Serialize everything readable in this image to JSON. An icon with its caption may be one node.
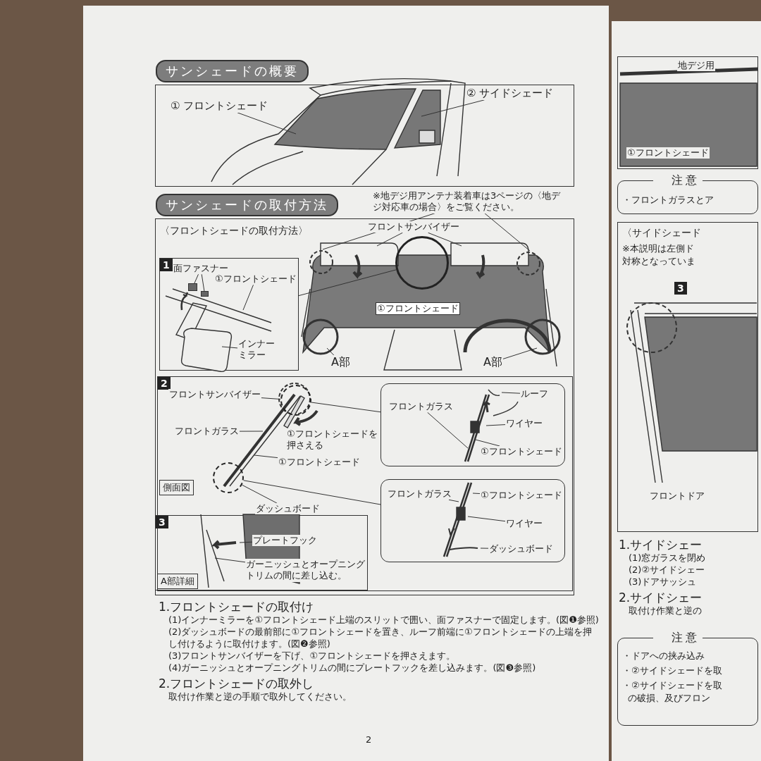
{
  "diagram": {
    "nodes": [
      {
        "text": [
          "サンシェードの概要"
        ]
      },
      {
        "text": [
          "① フロントシェード"
        ],
        "in": 0
      },
      {
        "text": [
          "② サイドシェード"
        ],
        "in": 0
      },
      {
        "text": [
          "サンシェードの取付方法",
          "〈フロントシェードの取付方法〉"
        ]
      },
      {
        "text": [
          "※地デジ用アンテナ装着車は3ページの〈地デジ対応車の場合〉をご覧ください。"
        ]
      },
      {
        "text": [
          "フロントサンバイザー"
        ],
        "in": 3
      },
      {
        "text": [
          "1"
        ],
        "in": 3
      },
      {
        "text": [
          "面ファスナー"
        ],
        "in": 6
      },
      {
        "text": [
          "①フロントシェード"
        ],
        "in": 6
      },
      {
        "text": [
          "インナーミラー"
        ],
        "in": 6
      },
      {
        "text": [],
        "shape": "circle",
        "in": 3
      },
      {
        "text": [
          "①フロントシェード"
        ],
        "in": 3
      },
      {
        "text": [
          "A部"
        ],
        "in": 3
      },
      {
        "text": [
          "A部"
        ],
        "in": 3
      },
      {
        "text": [
          "2",
          "側面図"
        ],
        "in": 3
      },
      {
        "text": [
          "フロントサンバイザー"
        ],
        "in": 14
      },
      {
        "text": [
          "フロントガラス"
        ],
        "in": 14
      },
      {
        "text": [
          "①フロントシェードを押さえる"
        ],
        "in": 14
      },
      {
        "text": [
          "①フロントシェード"
        ],
        "in": 14
      },
      {
        "text": [
          "ダッシュボード"
        ],
        "in": 14
      },
      {
        "text": [],
        "shape": "circle",
        "in": 14
      },
      {
        "text": [],
        "shape": "circle",
        "in": 14
      },
      {
        "text": [],
        "shape": "box",
        "in": 14
      },
      {
        "text": [
          "フロントガラス"
        ],
        "in": 22
      },
      {
        "text": [
          "ルーフ"
        ],
        "in": 22
      },
      {
        "text": [
          "ワイヤー"
        ],
        "in": 22
      },
      {
        "text": [
          "①フロントシェード"
        ],
        "in": 22
      },
      {
        "text": [],
        "shape": "box",
        "in": 14
      },
      {
        "text": [
          "フロントガラス"
        ],
        "in": 27
      },
      {
        "text": [
          "①フロントシェード"
        ],
        "in": 27
      },
      {
        "text": [
          "ワイヤー"
        ],
        "in": 27
      },
      {
        "text": [
          "ダッシュボード"
        ],
        "in": 27
      },
      {
        "text": [
          "3",
          "A部詳細"
        ],
        "in": 14
      },
      {
        "text": [
          "プレートフック"
        ],
        "in": 32
      },
      {
        "text": [
          "ガーニッシュとオープニングトリムの間に差し込む。"
        ],
        "in": 32
      },
      {
        "text": [],
        "shape": "box"
      },
      {
        "text": [
          "地デジ用"
        ],
        "in": 35
      },
      {
        "text": [
          "①フロントシェード"
        ],
        "in": 35
      },
      {
        "text": [
          "注意",
          "・フロントガラスとア"
        ]
      },
      {
        "text": [
          "〈サイドシェード",
          "※本説明は左側ド対称となっていま",
          "3"
        ]
      },
      {
        "text": [
          "フロントドア"
        ],
        "in": 39
      },
      {
        "text": [
          "注意",
          "・ドアへの挟み込み",
          "・②サイドシェードを取",
          "・②サイドシェードを取",
          "の破損、及びフロン"
        ]
      },
      {
        "text": [],
        "shape": "box",
        "in": 6
      },
      {
        "text": [],
        "shape": "box",
        "in": 6
      }
    ],
    "edges": [
      {
        "from": 1,
        "to": null,
        "arrow": "none"
      },
      {
        "from": 2,
        "to": null,
        "arrow": "none"
      },
      {
        "from": 4,
        "to": null,
        "arrow": "none"
      },
      {
        "from": 4,
        "to": null,
        "arrow": "none"
      },
      {
        "from": 5,
        "to": null,
        "arrow": "none"
      },
      {
        "from": 5,
        "to": null,
        "arrow": "none"
      },
      {
        "from": 7,
        "to": 42,
        "arrow": "none"
      },
      {
        "from": 7,
        "to": 43,
        "arrow": "none"
      },
      {
        "from": 8,
        "to": null,
        "arrow": "none"
      },
      {
        "from": 9,
        "to": null,
        "arrow": "none"
      },
      {
        "from": 6,
        "to": 10,
        "arrow": "none"
      },
      {
        "from": 12,
        "to": null,
        "arrow": "none"
      },
      {
        "from": 13,
        "to": null,
        "arrow": "none"
      },
      {
        "from": 15,
        "to": 20,
        "arrow": "none"
      },
      {
        "from": 16,
        "to": null,
        "arrow": "none"
      },
      {
        "from": 18,
        "to": null,
        "arrow": "none"
      },
      {
        "from": 19,
        "to": 21,
        "arrow": "none"
      },
      {
        "from": 20,
        "to": 22,
        "arrow": "none"
      },
      {
        "from": 21,
        "to": 27,
        "arrow": "none"
      },
      {
        "from": 23,
        "to": null,
        "arrow": "none"
      },
      {
        "from": 24,
        "to": null,
        "arrow": "none"
      },
      {
        "from": 25,
        "to": null,
        "arrow": "none"
      },
      {
        "from": 26,
        "to": null,
        "arrow": "none"
      },
      {
        "from": 28,
        "to": null,
        "arrow": "none"
      },
      {
        "from": 29,
        "to": null,
        "arrow": "none"
      },
      {
        "from": 30,
        "to": null,
        "arrow": "none"
      },
      {
        "from": 31,
        "to": null,
        "arrow": "none"
      },
      {
        "from": 33,
        "to": null,
        "arrow": "none"
      },
      {
        "from": 34,
        "to": null,
        "arrow": "none"
      }
    ],
    "labels": [
      "1.フロントシェードの取付け",
      "(1)インナーミラーを①フロントシェード上端のスリットで囲い、面ファスナーで固定します。(図❶参照)",
      "(2)ダッシュボードの最前部に①フロントシェードを置き、ルーフ前端に①フロントシェードの上端を押し付けるように取付けます。(図❷参照)",
      "(3)フロントサンバイザーを下げ、①フロントシェードを押さえます。",
      "(4)ガーニッシュとオープニングトリムの間にプレートフックを差し込みます。(図❸参照)",
      "2.フロントシェードの取外し",
      "取付け作業と逆の手順で取外してください。",
      "2",
      "1.サイドシェー",
      "(1)窓ガラスを閉め",
      "(2)②サイドシェー",
      "(3)ドアサッシュ",
      "2.サイドシェー",
      "取付け作業と逆の"
    ]
  }
}
